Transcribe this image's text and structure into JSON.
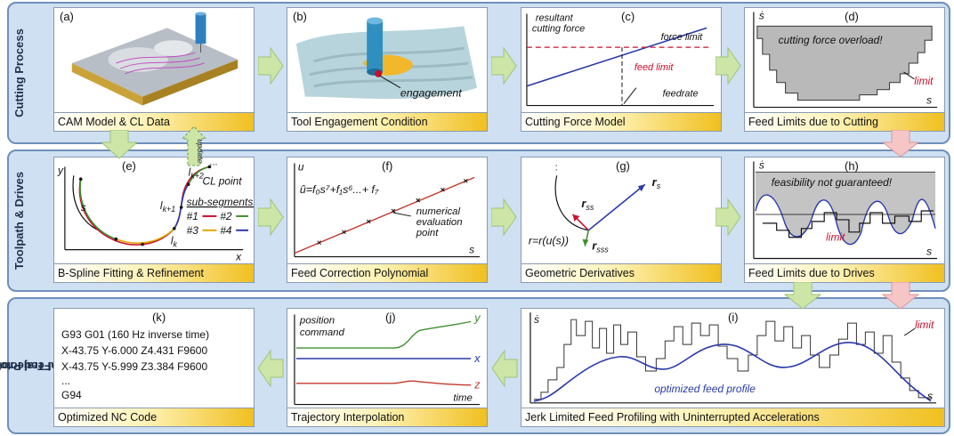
{
  "bands": {
    "cutting": "Cutting Process",
    "toolpath": "Toolpath & Drives",
    "feed_line1": "Feed Profiling &",
    "feed_line2": "Final Trajectory"
  },
  "panels": {
    "a": {
      "label": "(a)",
      "caption": "CAM Model & CL Data"
    },
    "b": {
      "label": "(b)",
      "caption": "Tool Engagement Condition",
      "engagement": "engagement"
    },
    "c": {
      "label": "(c)",
      "caption": "Cutting Force Model",
      "resultant": "resultant",
      "cutting_force": "cutting force",
      "force_limit": "force limit",
      "feed_limit": "feed limit",
      "feedrate": "feedrate"
    },
    "d": {
      "label": "(d)",
      "caption": "Feed Limits due to Cutting",
      "sdot": "ṡ",
      "s": "s",
      "overload": "cutting force overload!",
      "limit": "limit"
    },
    "e": {
      "label": "(e)",
      "caption": "B-Spline Fitting & Refinement",
      "y": "y",
      "x": "x",
      "s": "s",
      "lk2": "l",
      "lk2_sub": "k+2",
      "lk1": "l",
      "lk1_sub": "k+1",
      "lk": "l",
      "lk_sub": "k",
      "cl_point": "CL point",
      "subsegments": "sub-segments:",
      "seg1": "#1",
      "seg2": "#2",
      "seg3": "#3",
      "seg4": "#4",
      "dots": "...",
      "update": "update"
    },
    "f": {
      "label": "(f)",
      "caption": "Feed Correction Polynomial",
      "u": "u",
      "s": "s",
      "formula": "û=f₀s⁷+f₁s⁶...+ f₇",
      "num1": "numerical",
      "num2": "evaluation",
      "num3": "point"
    },
    "g": {
      "label": "(g)",
      "caption": "Geometric Derivatives",
      "r_eq": "r=r(u(s))",
      "rs": "r",
      "rs_sub": "s",
      "rss": "r",
      "rss_sub": "ss",
      "rsss": "r",
      "rsss_sub": "sss",
      "dots": ":"
    },
    "h": {
      "label": "(h)",
      "caption": "Feed Limits due to Drives",
      "sdot": "ṡ",
      "s": "s",
      "feas": "feasibility not guaranteed!",
      "limit": "limit"
    },
    "i": {
      "label": "(i)",
      "caption": "Jerk Limited Feed Profiling with Uninterrupted Accelerations",
      "sdot": "ṡ",
      "s": "s",
      "limit": "limit",
      "optimized": "optimized feed profile"
    },
    "j": {
      "label": "(j)",
      "caption": "Trajectory Interpolation",
      "position": "position",
      "command": "command",
      "y": "y",
      "x": "x",
      "z": "z",
      "time": "time"
    },
    "k": {
      "label": "(k)",
      "caption": "Optimized NC Code",
      "lines": [
        "G93 G01 (160 Hz inverse time)",
        "X-43.75 Y-6.000 Z4.431 F9600",
        "X-43.75 Y-5.999 Z3.384 F9600",
        "...",
        "G94"
      ]
    }
  },
  "colors": {
    "band_bg": "#cfe0f3",
    "arrow_green": "#cde6a8",
    "arrow_pink": "#f6c6c6",
    "limit_red": "#c8102e",
    "blue_line": "#2a3aa8",
    "green_line": "#3f8f2f",
    "red_line": "#c0392b"
  }
}
